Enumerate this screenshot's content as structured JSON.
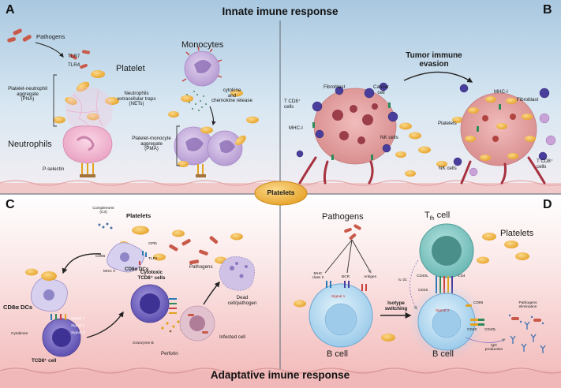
{
  "panels": {
    "a": {
      "letter": "A",
      "title": "Innate imune response",
      "pathogens": "Pathogens",
      "tlr7": "TLR7",
      "tlr4": "TLR4",
      "platelet": "Platelet",
      "pna": [
        "Platelet-neutrophil",
        "aggregate",
        "(PNA)"
      ],
      "nets": [
        "Neutrophils",
        "extracellular traps",
        "(NETs)"
      ],
      "neutrophils": "Neutrophils",
      "p_selectin": "P-selectin",
      "monocytes": "Monocytes",
      "cytokine": [
        "cytokine",
        "and",
        "chemokine release"
      ],
      "pma": [
        "Platelet-monocyte",
        "aggregate",
        "(PMA)"
      ]
    },
    "b": {
      "letter": "B",
      "title": [
        "Tumor immune",
        "evasion"
      ],
      "fibroblast_left": "Fibroblast",
      "cancer_cell": [
        "Cancer",
        "cell"
      ],
      "t_cd8_left": [
        "T CD8⁺",
        "cells"
      ],
      "mhc_left": "MHC-I",
      "nk_left": "NK cells",
      "platelets": "Platelets",
      "mhc_right": "MHC-I",
      "fibroblast_right": "Fibroblast",
      "nk_right": "NK cells",
      "t_cd8_right": [
        "T CD8⁺",
        "cells"
      ]
    },
    "center": {
      "label": "Platelets"
    },
    "c": {
      "letter": "C",
      "complement": [
        "Complement",
        "(C3)"
      ],
      "platelets": "Platelets",
      "gpib": "GPIb",
      "cd86": "CD86",
      "tlrs": "TLRs",
      "mhc_ii": "MHC II",
      "cd8a_dcs_top": "CD8α DCs",
      "pathogens": "Pathogens",
      "cd8a_dcs_left": "CD8α DCs",
      "cytokines": "Cytokines",
      "signal1": "Signal 1",
      "signal2": "Signal 2",
      "signal3": "Signal 3",
      "tcd8_cell": "TCD8⁺ cell",
      "cytotoxic": [
        "Cytotoxic",
        "TCD8⁺ cells"
      ],
      "granzyme": "Granzyme B",
      "perforin": "Perforin",
      "dead": [
        "Dead",
        "cell/pathogen"
      ],
      "infected": "Infected cell",
      "footer": "Adaptative imune response"
    },
    "d": {
      "letter": "D",
      "pathogens": "Pathogens",
      "tfh": "T",
      "tfh_sub": "fh",
      "tfh_tail": " cell",
      "platelets": "Platelets",
      "mhc_ii": [
        "MHC",
        "class II"
      ],
      "bcr": "BCR",
      "antigen": "Antigen",
      "signal1": "Signal 1",
      "isotype": [
        "Isotype",
        "switching"
      ],
      "b_cell_left": "B cell",
      "cd40l_top": "CD40L",
      "cd4": "CD4",
      "cd40_top": "CD40",
      "il21": "IL-21",
      "cd86": "CD86",
      "signal2": "Signal 2",
      "cd40_right": "CD40",
      "cd40l_right": "CD40L",
      "elimination": [
        "Pathogens",
        "elimination"
      ],
      "igg": [
        "IgG",
        "production"
      ],
      "b_cell_right": "B cell"
    }
  },
  "colors": {
    "top_band": "#c6dcec",
    "bottom_band": "#f6cccc",
    "divider": "#7a8590",
    "platelet": "#f2b33d",
    "neutrophil": "#f2b9d3",
    "monocyte": "#c9b3e0",
    "tumor": "#e8a6a6",
    "b_cell": "#bfe0f3",
    "t_cell": "#8fcfcc",
    "signal_red": "#c62828"
  }
}
